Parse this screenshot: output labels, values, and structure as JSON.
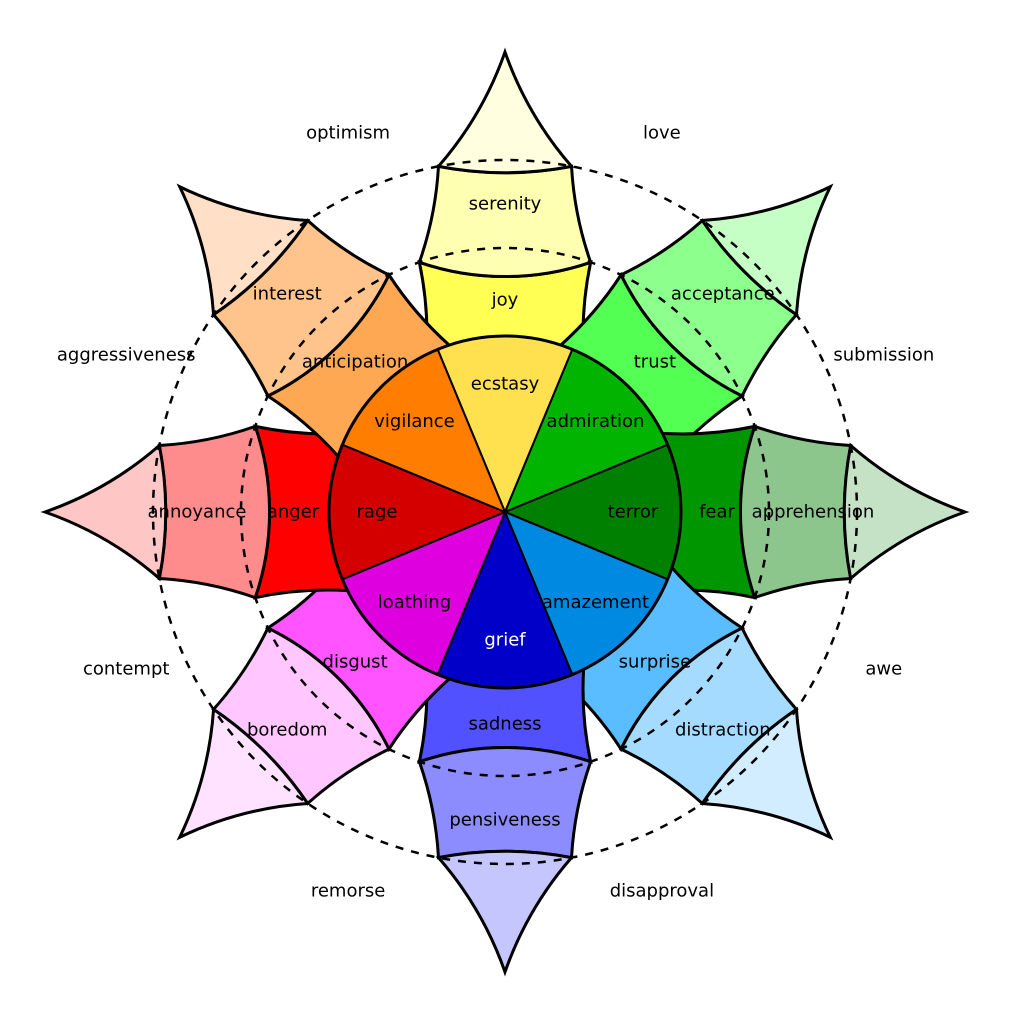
{
  "petals": [
    {
      "id": "joy",
      "angle": 0,
      "emotions": [
        {
          "label": "ecstasy",
          "fill": "#ffe04f",
          "text_color": "#000000"
        },
        {
          "label": "joy",
          "fill": "#ffff54",
          "text_color": "#000000"
        },
        {
          "label": "serenity",
          "fill": "#ffffb1",
          "text_color": "#000000"
        }
      ],
      "tip_fill": "#ffffdf"
    },
    {
      "id": "trust",
      "angle": 45,
      "emotions": [
        {
          "label": "admiration",
          "fill": "#00b400",
          "text_color": "#000000"
        },
        {
          "label": "trust",
          "fill": "#54ff54",
          "text_color": "#000000"
        },
        {
          "label": "acceptance",
          "fill": "#8cff8c",
          "text_color": "#000000"
        }
      ],
      "tip_fill": "#c6ffc6"
    },
    {
      "id": "fear",
      "angle": 90,
      "emotions": [
        {
          "label": "terror",
          "fill": "#008000",
          "text_color": "#000000"
        },
        {
          "label": "fear",
          "fill": "#009600",
          "text_color": "#000000"
        },
        {
          "label": "apprehension",
          "fill": "#8cc68c",
          "text_color": "#000000"
        }
      ],
      "tip_fill": "#c6e2c6"
    },
    {
      "id": "surprise",
      "angle": 135,
      "emotions": [
        {
          "label": "amazement",
          "fill": "#0089e0",
          "text_color": "#000000"
        },
        {
          "label": "surprise",
          "fill": "#59bdff",
          "text_color": "#000000"
        },
        {
          "label": "distraction",
          "fill": "#a5dbff",
          "text_color": "#000000"
        }
      ],
      "tip_fill": "#d2edff"
    },
    {
      "id": "sadness",
      "angle": 180,
      "emotions": [
        {
          "label": "grief",
          "fill": "#0000c8",
          "text_color": "#ffffff"
        },
        {
          "label": "sadness",
          "fill": "#5151ff",
          "text_color": "#000000"
        },
        {
          "label": "pensiveness",
          "fill": "#8c8cff",
          "text_color": "#000000"
        }
      ],
      "tip_fill": "#c6c6ff"
    },
    {
      "id": "disgust",
      "angle": 225,
      "emotions": [
        {
          "label": "loathing",
          "fill": "#de00de",
          "text_color": "#000000"
        },
        {
          "label": "disgust",
          "fill": "#ff54ff",
          "text_color": "#000000"
        },
        {
          "label": "boredom",
          "fill": "#ffc6ff",
          "text_color": "#000000"
        }
      ],
      "tip_fill": "#ffe2ff"
    },
    {
      "id": "anger",
      "angle": 270,
      "emotions": [
        {
          "label": "rage",
          "fill": "#d40000",
          "text_color": "#000000"
        },
        {
          "label": "anger",
          "fill": "#ff0000",
          "text_color": "#000000"
        },
        {
          "label": "annoyance",
          "fill": "#ff8c8c",
          "text_color": "#000000"
        }
      ],
      "tip_fill": "#ffc6c6"
    },
    {
      "id": "anticipation",
      "angle": 315,
      "emotions": [
        {
          "label": "vigilance",
          "fill": "#ff7d00",
          "text_color": "#000000"
        },
        {
          "label": "anticipation",
          "fill": "#ffa854",
          "text_color": "#000000"
        },
        {
          "label": "interest",
          "fill": "#ffc48c",
          "text_color": "#000000"
        }
      ],
      "tip_fill": "#ffe0c6"
    }
  ],
  "dyads": [
    {
      "label": "love",
      "angle": 22.5
    },
    {
      "label": "submission",
      "angle": 67.5
    },
    {
      "label": "awe",
      "angle": 112.5
    },
    {
      "label": "disapproval",
      "angle": 157.5
    },
    {
      "label": "remorse",
      "angle": 202.5
    },
    {
      "label": "contempt",
      "angle": 247.5
    },
    {
      "label": "aggressiveness",
      "angle": 292.5
    },
    {
      "label": "optimism",
      "angle": 337.5
    }
  ],
  "colors": {
    "outline": "#000000",
    "background": "#ffffff"
  }
}
